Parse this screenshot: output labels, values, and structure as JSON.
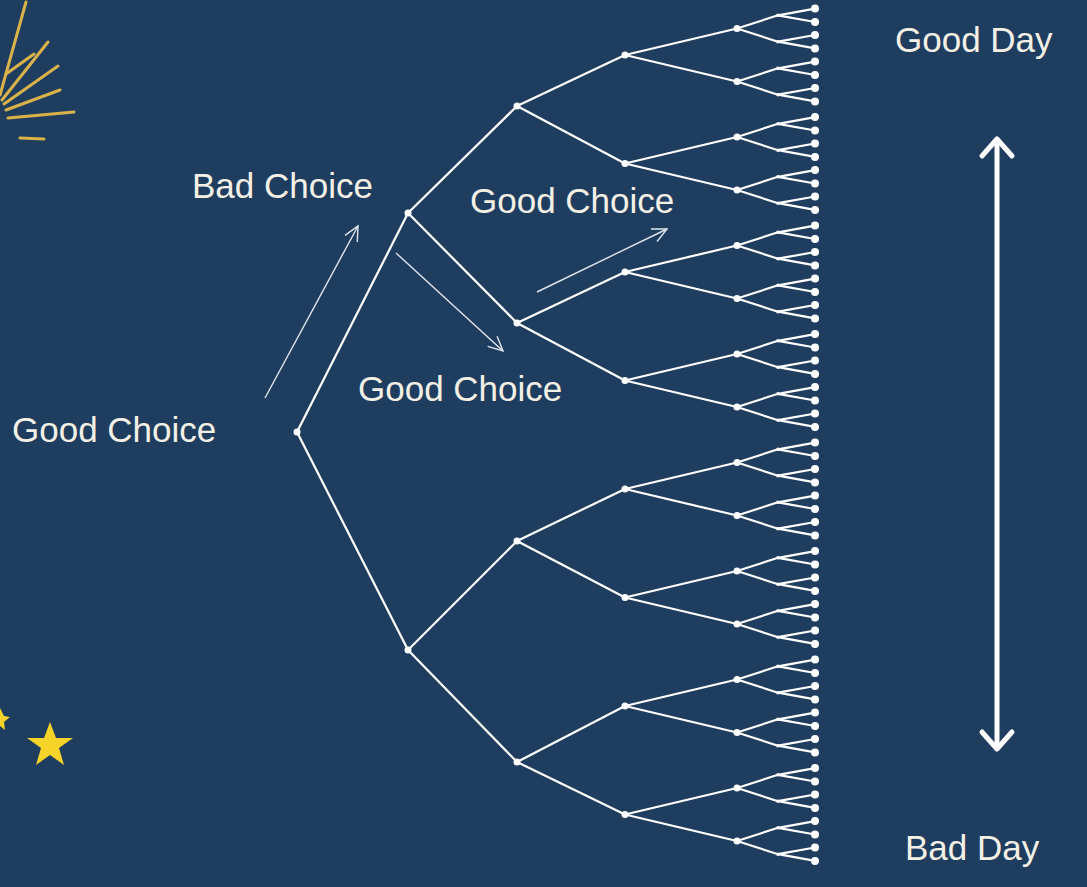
{
  "diagram": {
    "labels": [
      "Good Choice",
      "Bad Choice",
      "Good Choice",
      "Good Choice",
      "Good Day",
      "Bad Day"
    ]
  }
}
